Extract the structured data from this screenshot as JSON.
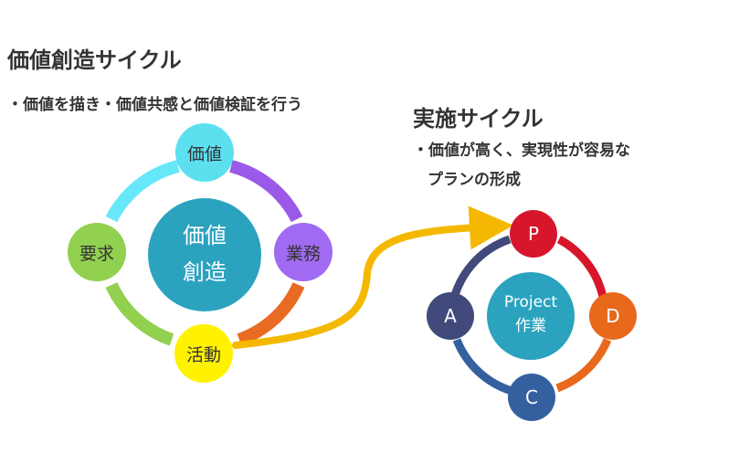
{
  "main": {
    "title": "価値創造サイクル",
    "subtitle": "・価値を描き・価値共感と価値検証を行う",
    "center": [
      "価値",
      "創造"
    ],
    "nodes": [
      {
        "label": "価値",
        "color": "#5CE0F0"
      },
      {
        "label": "業務",
        "color": "#A06AF2"
      },
      {
        "label": "活動",
        "color": "#FFF200"
      },
      {
        "label": "要求",
        "color": "#92D050"
      }
    ],
    "arc_colors": [
      "#9B59E8",
      "#E96A22",
      "#92D050",
      "#66E8F8"
    ],
    "center_color": "#2BA3BF"
  },
  "side": {
    "title": "実施サイクル",
    "lines": [
      "・価値が高く、実現性が容易な",
      "プランの形成"
    ],
    "center": [
      "Project",
      "作業"
    ],
    "nodes": [
      {
        "label": "P",
        "color": "#D7162C"
      },
      {
        "label": "D",
        "color": "#E8691C"
      },
      {
        "label": "C",
        "color": "#3560A0"
      },
      {
        "label": "A",
        "color": "#424A7C"
      }
    ],
    "arc_colors": [
      "#D7162C",
      "#E8691C",
      "#3560A0",
      "#424A7C"
    ],
    "center_color": "#2BA3BF"
  },
  "connector_color": "#F5B800"
}
